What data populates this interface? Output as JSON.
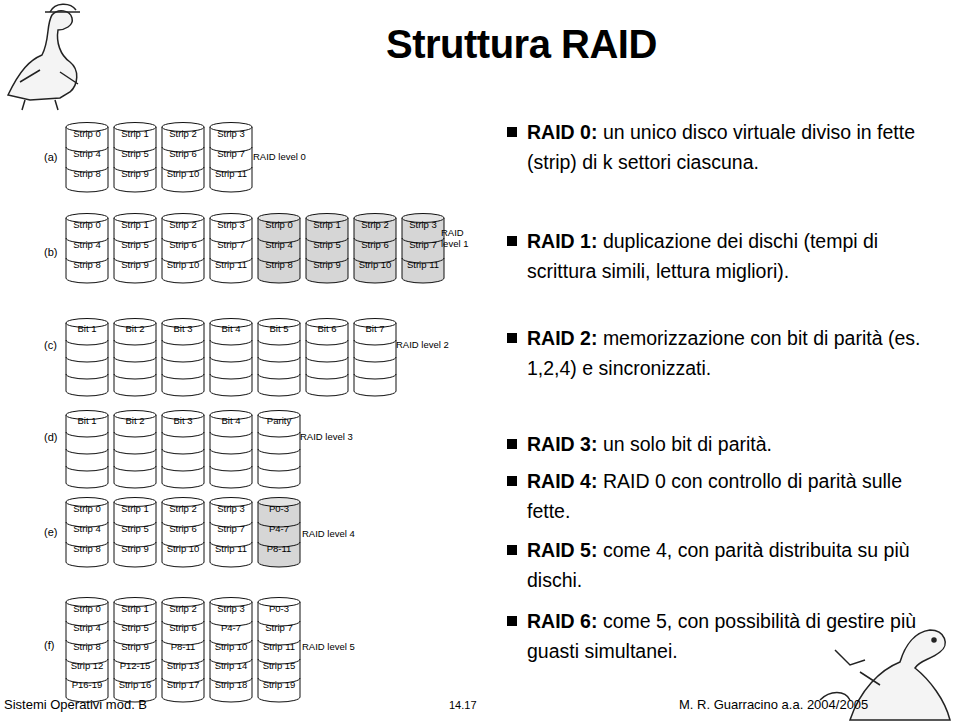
{
  "diagram": {
    "title": "Struttura RAID",
    "nodes": [
      {
        "text": [
          "Strip 0",
          "Strip 4",
          "Strip 8"
        ]
      },
      {
        "text": [
          "Strip 1",
          "Strip 5",
          "Strip 9"
        ]
      },
      {
        "text": [
          "Strip 2",
          "Strip 6",
          "Strip 10"
        ]
      },
      {
        "text": [
          "Strip 3",
          "Strip 7",
          "Strip 11"
        ]
      },
      {
        "text": [
          "Strip 0",
          "Strip 4",
          "Strip 8"
        ]
      },
      {
        "text": [
          "Strip 1",
          "Strip 5",
          "Strip 9"
        ]
      },
      {
        "text": [
          "Strip 2",
          "Strip 6",
          "Strip 10"
        ]
      },
      {
        "text": [
          "Strip 3",
          "Strip 7",
          "Strip 11"
        ]
      },
      {
        "text": [
          "Strip 0",
          "Strip 4",
          "Strip 8"
        ]
      },
      {
        "text": [
          "Strip 1",
          "Strip 5",
          "Strip 9"
        ]
      },
      {
        "text": [
          "Strip 2",
          "Strip 6",
          "Strip 10"
        ]
      },
      {
        "text": [
          "Strip 3",
          "Strip 7",
          "Strip 11"
        ]
      },
      {
        "text": [
          "Bit 1"
        ]
      },
      {
        "text": [
          "Bit 2"
        ]
      },
      {
        "text": [
          "Bit 3"
        ]
      },
      {
        "text": [
          "Bit 4"
        ]
      },
      {
        "text": [
          "Bit 5"
        ]
      },
      {
        "text": [
          "Bit 6"
        ]
      },
      {
        "text": [
          "Bit 7"
        ]
      },
      {
        "text": [
          "Bit 1"
        ]
      },
      {
        "text": [
          "Bit 2"
        ]
      },
      {
        "text": [
          "Bit 3"
        ]
      },
      {
        "text": [
          "Bit 4"
        ]
      },
      {
        "text": [
          "Parity"
        ]
      },
      {
        "text": [
          "Strip 0",
          "Strip 4",
          "Strip 8"
        ]
      },
      {
        "text": [
          "Strip 1",
          "Strip 5",
          "Strip 9"
        ]
      },
      {
        "text": [
          "Strip 2",
          "Strip 6",
          "Strip 10"
        ]
      },
      {
        "text": [
          "Strip 3",
          "Strip 7",
          "Strip 11"
        ]
      },
      {
        "text": [
          "P0-3",
          "P4-7",
          "P8-11"
        ]
      },
      {
        "text": [
          "Strip 0",
          "Strip 4",
          "Strip 8",
          "Strip 12",
          "P16-19"
        ]
      },
      {
        "text": [
          "Strip 1",
          "Strip 5",
          "Strip 9",
          "P12-15",
          "Strip 16"
        ]
      },
      {
        "text": [
          "Strip 2",
          "Strip 6",
          "P8-11",
          "Strip 13",
          "Strip 17"
        ]
      },
      {
        "text": [
          "Strip 3",
          "P4-7",
          "Strip 10",
          "Strip 14",
          "Strip 18"
        ]
      },
      {
        "text": [
          "P0-3",
          "Strip 7",
          "Strip 11",
          "Strip 15",
          "Strip 19"
        ]
      }
    ],
    "labels": [
      "(a)",
      "RAID level 0",
      "(b)",
      "RAID level 1",
      "(c)",
      "RAID level 2",
      "(d)",
      "RAID level 3",
      "(e)",
      "RAID level 4",
      "(f)",
      "RAID level 5",
      "RAID 0:",
      "un unico disco virtuale diviso in fette (strip) di k settori ciascuna.",
      "RAID 1:",
      "duplicazione dei dischi (tempi di scrittura simili, lettura migliori).",
      "RAID 2:",
      "memorizzazione con bit di parità (es. 1,2,4) e sincronizzati.",
      "RAID 3:",
      "un solo bit di parità.",
      "RAID 4:",
      "RAID 0 con controllo di parità sulle fette.",
      "RAID 5:",
      "come 4, con parità distribuita su più dischi.",
      "RAID 6:",
      "come 5, con possibilità di gestire più guasti simultanei.",
      "Sistemi Operativi mod. B",
      "14.17",
      "M. R. Guarracino a.a. 2004/2005"
    ]
  }
}
